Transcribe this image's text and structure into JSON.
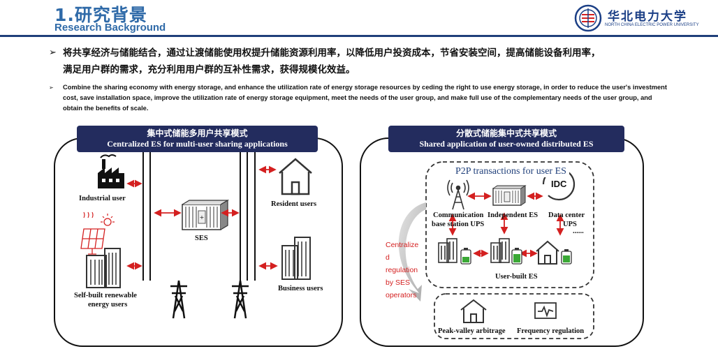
{
  "header": {
    "title_zh": "1.研究背景",
    "title_en": "Research Background",
    "logo_text": "华北电力大学",
    "logo_sub": "NORTH CHINA ELECTRIC POWER UNIVERSITY"
  },
  "bullets": {
    "zh_line1": "将共享经济与储能结合，通过让渡储能使用权提升储能资源利用率，以降低用户投资成本，节省安装空间，提高储能设备利用率，",
    "zh_line2": "满足用户群的需求，充分利用用户群的互补性需求，获得规模化效益。",
    "en": "Combine the sharing economy with energy storage, and enhance the utilization rate of energy storage resources by ceding the right to use energy storage, in order to reduce the user's investment cost, save installation space, improve the utilization rate of energy storage equipment, meet the needs of the user group, and make full use of the complementary needs of the user group, and obtain the benefits of scale."
  },
  "left_panel": {
    "title_zh": "集中式储能多用户共享模式",
    "title_en": "Centralized ES for multi-user sharing applications",
    "industrial_user": "Industrial user",
    "ses": "SES",
    "resident_users": "Resident users",
    "self_built_line1": "Self-built renewable",
    "self_built_line2": "energy users",
    "business_users": "Business users"
  },
  "right_panel": {
    "title_zh": "分散式储能集中式共享模式",
    "title_en": "Shared application of user-owned distributed ES",
    "p2p": "P2P transactions for user ES",
    "idc": "IDC",
    "comm_line1": "Communication",
    "comm_line2": "base station UPS",
    "independent_es": "Independent ES",
    "dc_line1": "Data center",
    "dc_line2": "UPS",
    "ellipsis": "......",
    "user_built_es": "User-built ES",
    "centralized_lines": [
      "Centralize",
      "d",
      "regulation",
      "by SES",
      "operators"
    ],
    "peak_valley": "Peak-valley arbitrage",
    "freq_reg": "Frequency regulation"
  },
  "colors": {
    "heading_blue": "#2f6aa8",
    "navy": "#232c5e",
    "arrow_red": "#d42020",
    "battery_green": "#3aa835"
  }
}
